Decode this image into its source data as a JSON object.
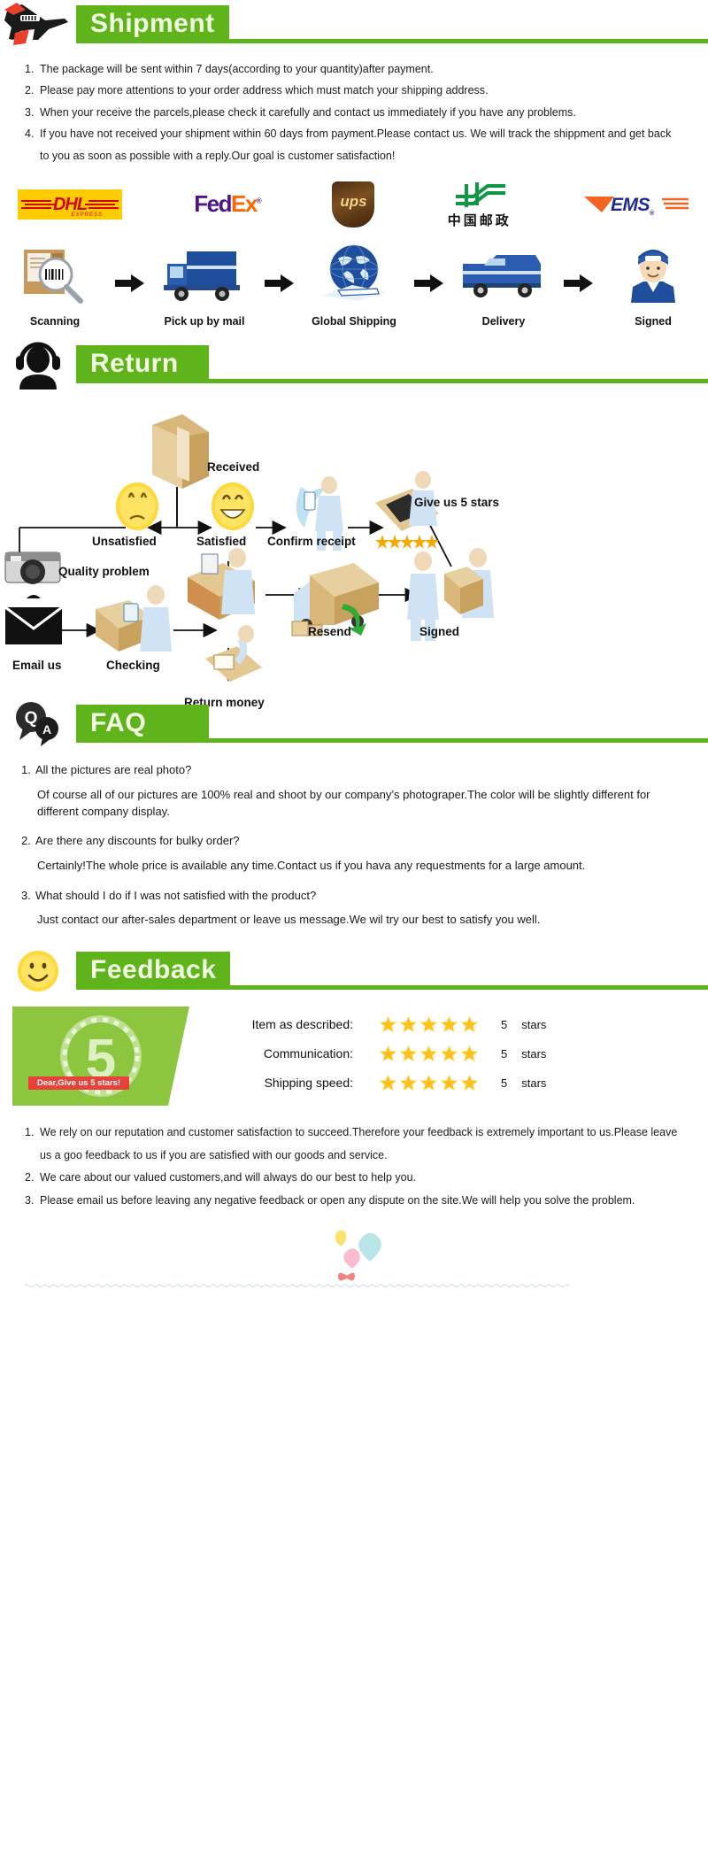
{
  "shipment": {
    "title": "Shipment",
    "icon": "airplane-icon",
    "items": [
      {
        "num": "1.",
        "text": "The package will be sent within 7 days(according to your quantity)after payment."
      },
      {
        "num": "2.",
        "text": "Please pay more attentions to your order address which must match your shipping address."
      },
      {
        "num": "3.",
        "text": "When your receive the parcels,please check it carefully and contact us immediately if you have any problems."
      },
      {
        "num": "4.",
        "text": "If you have not received your shipment within 60 days from payment.Please contact us. We will track the shippment and get back to you as soon as possible with a reply.Our goal is customer satisfaction!"
      }
    ],
    "carriers": [
      {
        "name": "DHL",
        "label": "DHL",
        "sub": "EXPRESS",
        "bg": "#ffcc00",
        "fg": "#d40511"
      },
      {
        "name": "FedEx",
        "part1": "Fed",
        "part2": "Ex",
        "reg": "®",
        "fg1": "#4d148c",
        "fg2": "#ff6600"
      },
      {
        "name": "UPS",
        "label": "ups",
        "bg": "#4b2e15",
        "fg": "#f5d28a"
      },
      {
        "name": "China Post",
        "label": "中国邮政",
        "fg": "#0f9647"
      },
      {
        "name": "EMS",
        "label": "EMS",
        "reg": "®",
        "fg": "#1f2a8c",
        "accent": "#f26522"
      }
    ],
    "flow": [
      {
        "icon": "package-scan-icon",
        "label": "Scanning"
      },
      {
        "icon": "truck-icon",
        "label": "Pick up by mail"
      },
      {
        "icon": "globe-plane-icon",
        "label": "Global Shipping"
      },
      {
        "icon": "van-icon",
        "label": "Delivery"
      },
      {
        "icon": "courier-person-icon",
        "label": "Signed"
      }
    ]
  },
  "return": {
    "title": "Return",
    "icon": "support-headset-icon",
    "nodes": {
      "received": "Received",
      "unsatisfied": "Unsatisfied",
      "satisfied": "Satisfied",
      "confirm_receipt": "Confirm receipt",
      "give_us_5_stars": "Give us 5 stars",
      "quality_problem": "Quality problem",
      "email_us": "Email us",
      "checking": "Checking",
      "resend": "Resend",
      "signed": "Signed",
      "return_money": "Return money"
    }
  },
  "faq": {
    "title": "FAQ",
    "icon": "qa-bubbles-icon",
    "items": [
      {
        "num": "1.",
        "question": "All the pictures are real photo?",
        "answer": "Of course all of our pictures are 100% real and shoot by our company’s photograper.The color will be slightly different for different company display."
      },
      {
        "num": "2.",
        "question": "Are there any discounts for bulky order?",
        "answer": "Certainly!The whole price is available any time.Contact us if you hava any requestments for a large amount."
      },
      {
        "num": "3.",
        "question": "What should I do if I was not satisfied with the product?",
        "answer": "Just contact our after-sales department or leave us message.We wil try our best to satisfy you well."
      }
    ]
  },
  "feedback": {
    "title": "Feedback",
    "icon": "smiley-face-icon",
    "badge": {
      "number": "5",
      "ribbon": "Dear,Give us 5 stars!"
    },
    "ratings": [
      {
        "label": "Item as described:",
        "stars": 5,
        "value": "5",
        "unit": "stars"
      },
      {
        "label": "Communication:",
        "stars": 5,
        "value": "5",
        "unit": "stars"
      },
      {
        "label": "Shipping speed:",
        "stars": 5,
        "value": "5",
        "unit": "stars"
      }
    ],
    "items": [
      {
        "num": "1.",
        "text": "We rely on our reputation and customer satisfaction to succeed.Therefore your feedback is extremely important to us.Please leave us a goo feedback to us if you are satisfied with our goods and service."
      },
      {
        "num": "2.",
        "text": "We care about our valued customers,and will always do our best to help you."
      },
      {
        "num": "3.",
        "text": "Please email us before leaving any negative feedback or open any dispute on the site.We will help you solve the problem."
      }
    ]
  },
  "theme": {
    "green": "#5fb41b",
    "green_light": "#8cc63f",
    "star_gold": "#fcc21b",
    "blue": "#1f4e9c",
    "text": "#1a1a1a"
  }
}
